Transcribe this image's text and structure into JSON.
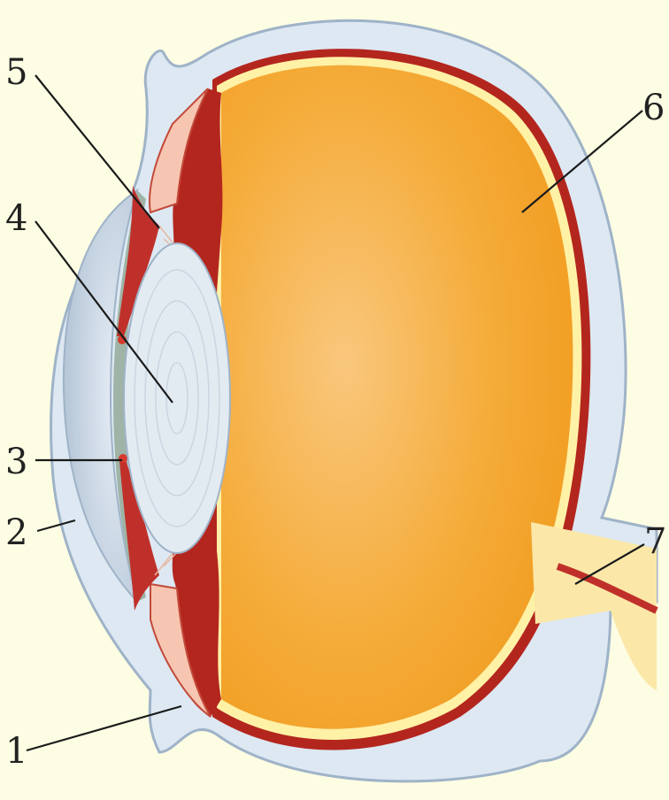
{
  "labels": [
    {
      "id": "1",
      "text": "1"
    },
    {
      "id": "2",
      "text": "2"
    },
    {
      "id": "3",
      "text": "3"
    },
    {
      "id": "4",
      "text": "4"
    },
    {
      "id": "5",
      "text": "5"
    },
    {
      "id": "6",
      "text": "6"
    },
    {
      "id": "7",
      "text": "7"
    }
  ],
  "colors": {
    "background": "#fdfde3",
    "sclera": "#dde8f2",
    "vitreous": "#f5a52a",
    "retina": "#b3261e",
    "choroid_highlight": "#fff1a6",
    "lens": "#e3ebf2",
    "cornea": "#b9c8d8",
    "iris": "#c0302a"
  }
}
